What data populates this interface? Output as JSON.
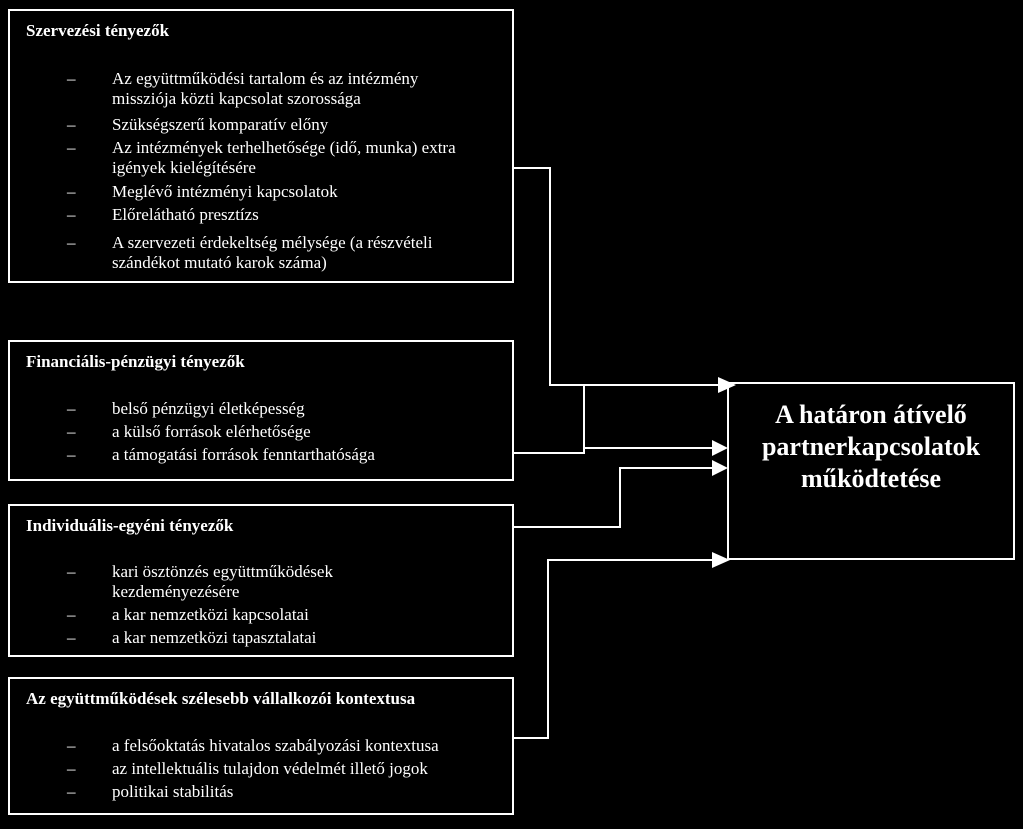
{
  "boxes": [
    {
      "title": "Szervezési tényezők",
      "items": [
        "Az együttműködési tartalom és az intézmény\nmissziója közti kapcsolat szorossága",
        "Szükségszerű komparatív előny",
        "Az intézmények terhelhetősége (idő, munka) extra\nigények kielégítésére",
        "Meglévő intézményi kapcsolatok",
        "Előrelátható presztízs",
        "A szervezeti érdekeltség mélysége (a részvételi\nszándékot mutató karok száma)"
      ]
    },
    {
      "title": "Financiális-pénzügyi tényezők",
      "items": [
        "belső pénzügyi életképesség",
        "a külső források elérhetősége",
        "a támogatási források fenntarthatósága"
      ]
    },
    {
      "title": "Individuális-egyéni tényezők",
      "items": [
        "kari ösztönzés együttműködések\nkezdeményezésére",
        "a kar nemzetközi kapcsolatai",
        "a kar nemzetközi tapasztalatai"
      ]
    },
    {
      "title": "Az együttműködések szélesebb vállalkozói kontextusa",
      "items": [
        "a felsőoktatás hivatalos szabályozási kontextusa",
        "az intellektuális tulajdon védelmét illető jogok",
        "politikai stabilitás"
      ]
    }
  ],
  "dash_symbol": "–",
  "target": {
    "line1": "A határon átívelő",
    "line2": "partnerkapcsolatok",
    "line3": "működtetése"
  }
}
